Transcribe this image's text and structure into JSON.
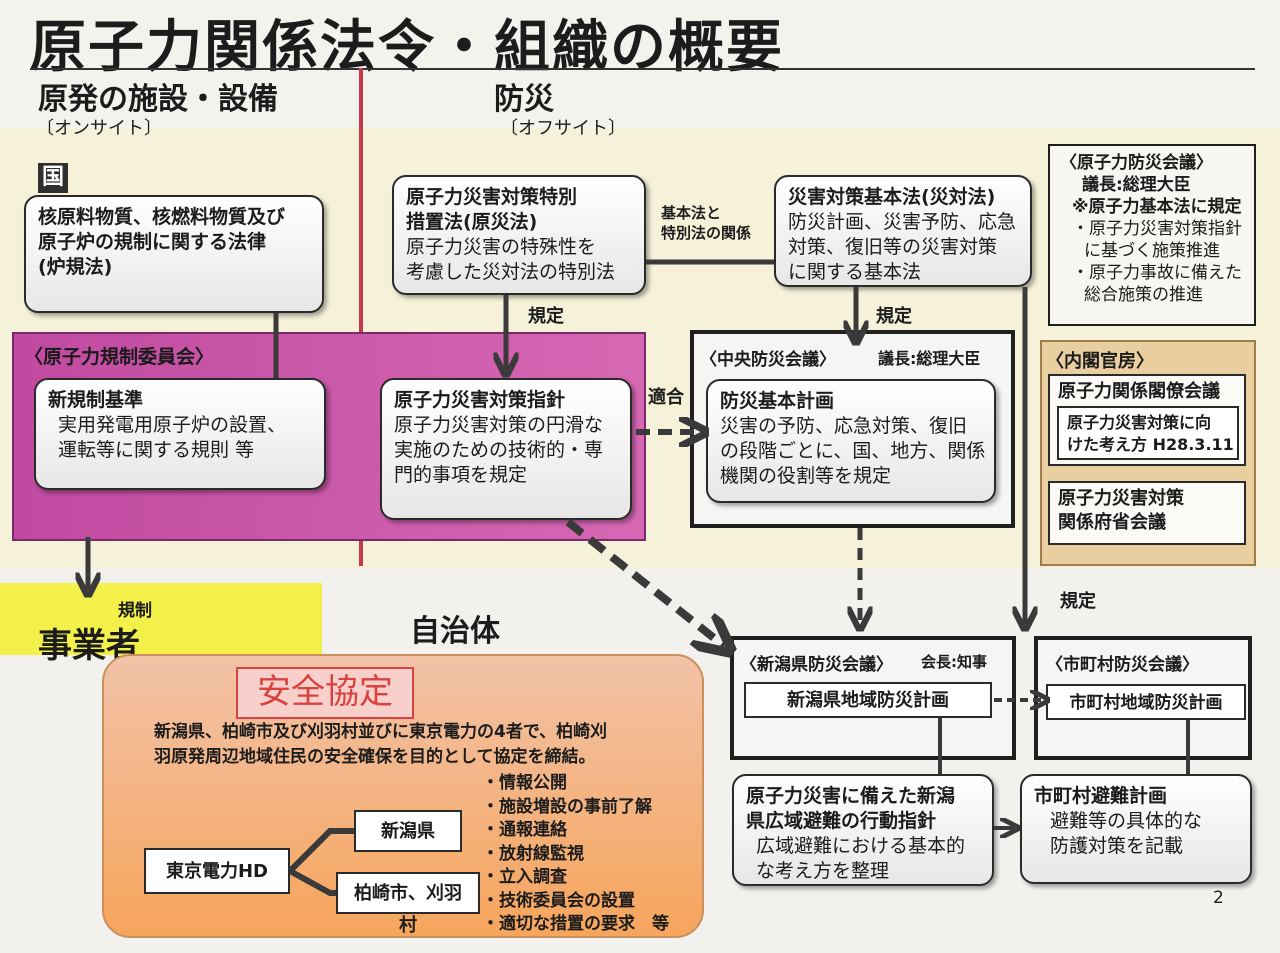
{
  "title": "原子力関係法令・組織の概要",
  "left_heading": {
    "title": "原発の施設・設備",
    "sub": "〔オンサイト〕"
  },
  "right_heading": {
    "title": "防災",
    "sub": "〔オフサイト〕"
  },
  "kuni_label": "国",
  "ro_kisei": [
    "核原料物質、核燃料物質及び",
    "原子炉の規制に関する法律",
    "(炉規法)"
  ],
  "kisei_iinkai": {
    "header": "〈原子力規制委員会〉",
    "box_title": "新規制基準",
    "box_lines": [
      "実用発電用原子炉の設置、",
      "運転等に関する規則 等"
    ]
  },
  "jigyousha": {
    "label": "事業者",
    "kisei": "規制"
  },
  "gensai_hou": {
    "title_lines": [
      "原子力災害対策特別",
      "措置法(原災法)"
    ],
    "lines": [
      "原子力災害の特殊性を",
      "考慮した災対法の特別法"
    ]
  },
  "relation_label": [
    "基本法と",
    "特別法の関係"
  ],
  "saitai_hou": {
    "title": "災害対策基本法(災対法)",
    "lines": [
      "防災計画、災害予防、応急",
      "対策、復旧等の災害対策",
      "に関する基本法"
    ]
  },
  "bousai_kaigi_nuclear": {
    "title": "〈原子力防災会議〉",
    "chair": "議長:総理大臣",
    "note": "※原子力基本法に規定",
    "items": [
      "・原子力災害対策指針",
      "に基づく施策推進",
      "・原子力事故に備えた",
      "総合施策の推進"
    ]
  },
  "kitei_labels": [
    "規定",
    "規定",
    "規定"
  ],
  "tekigou_label": "適合",
  "shishin": {
    "title": "原子力災害対策指針",
    "lines": [
      "原子力災害対策の円滑な",
      "実施のための技術的・専",
      "門的事項を規定"
    ]
  },
  "chuou": {
    "header": "〈中央防災会議〉",
    "chair": "議長:総理大臣",
    "box_title": "防災基本計画",
    "box_lines": [
      "災害の予防、応急対策、復旧",
      "の段階ごとに、国、地方、関係",
      "機関の役割等を規定"
    ]
  },
  "naikaku": {
    "header": "〈内閣官房〉",
    "kakuryou": "原子力関係閣僚会議",
    "kangaekata": [
      "原子力災害対策に向",
      "けた考え方 H28.3.11"
    ],
    "fushou": [
      "原子力災害対策",
      "関係府省会議"
    ]
  },
  "jichitai_label": "自治体",
  "anzen": {
    "title": "安全協定",
    "desc": [
      "新潟県、柏崎市及び刈羽村並びに東京電力の4者で、柏崎刈",
      "羽原発周辺地域住民の安全確保を目的として協定を締結。"
    ],
    "items": [
      "・情報公開",
      "・施設増設の事前了解",
      "・通報連絡",
      "・放射線監視",
      "・立入調査",
      "・技術委員会の設置",
      "・適切な措置の要求　等"
    ],
    "tepco": "東京電力HD",
    "niigata": "新潟県",
    "kashiwazaki": "柏崎市、刈羽村"
  },
  "niigata_kaigi": {
    "header": "〈新潟県防災会議〉",
    "chair": "会長:知事",
    "plan": "新潟県地域防災計画"
  },
  "shichouson_kaigi": {
    "header": "〈市町村防災会議〉",
    "plan": "市町村地域防災計画"
  },
  "koudou_shishin": {
    "title_lines": [
      "原子力災害に備えた新潟",
      "県広域避難の行動指針"
    ],
    "lines": [
      "広域避難における基本的",
      "な考え方を整理"
    ]
  },
  "hinan_keikaku": {
    "title": "市町村避難計画",
    "lines": [
      "避難等の具体的な",
      "防護対策を記載"
    ]
  },
  "page_number": "2",
  "colors": {
    "magenta": "#c94aa0",
    "yellow": "#f3f04a",
    "orange": "#f6a55c",
    "red": "#d9423e"
  }
}
